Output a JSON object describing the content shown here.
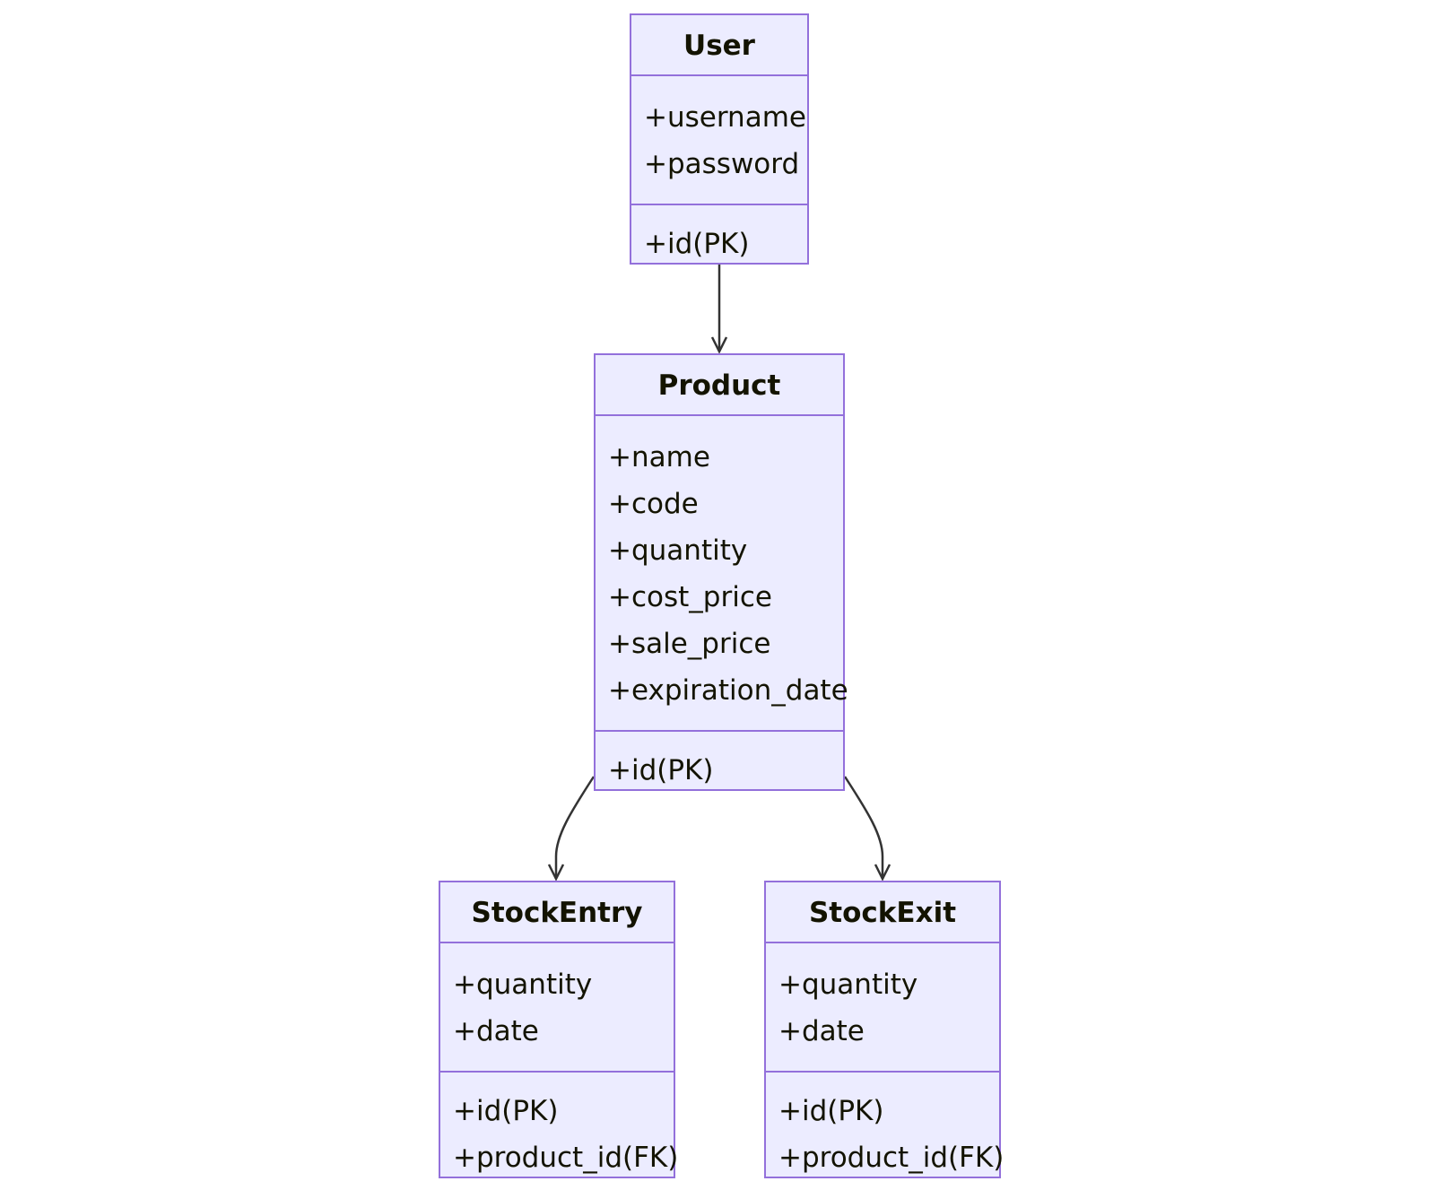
{
  "colors": {
    "class_fill": "#ECECFF",
    "class_border": "#9370DB",
    "text": "#131300",
    "edge": "#333333",
    "background": "#FFFFFF"
  },
  "classes": {
    "user": {
      "name": "User",
      "attributes": [
        "+username",
        "+password"
      ],
      "methods": [
        "+id(PK)"
      ]
    },
    "product": {
      "name": "Product",
      "attributes": [
        "+name",
        "+code",
        "+quantity",
        "+cost_price",
        "+sale_price",
        "+expiration_date"
      ],
      "methods": [
        "+id(PK)"
      ]
    },
    "stockentry": {
      "name": "StockEntry",
      "attributes": [
        "+quantity",
        "+date"
      ],
      "methods": [
        "+id(PK)",
        "+product_id(FK)"
      ]
    },
    "stockexit": {
      "name": "StockExit",
      "attributes": [
        "+quantity",
        "+date"
      ],
      "methods": [
        "+id(PK)",
        "+product_id(FK)"
      ]
    }
  },
  "relations": [
    {
      "from": "User",
      "to": "Product"
    },
    {
      "from": "Product",
      "to": "StockEntry"
    },
    {
      "from": "Product",
      "to": "StockExit"
    }
  ]
}
